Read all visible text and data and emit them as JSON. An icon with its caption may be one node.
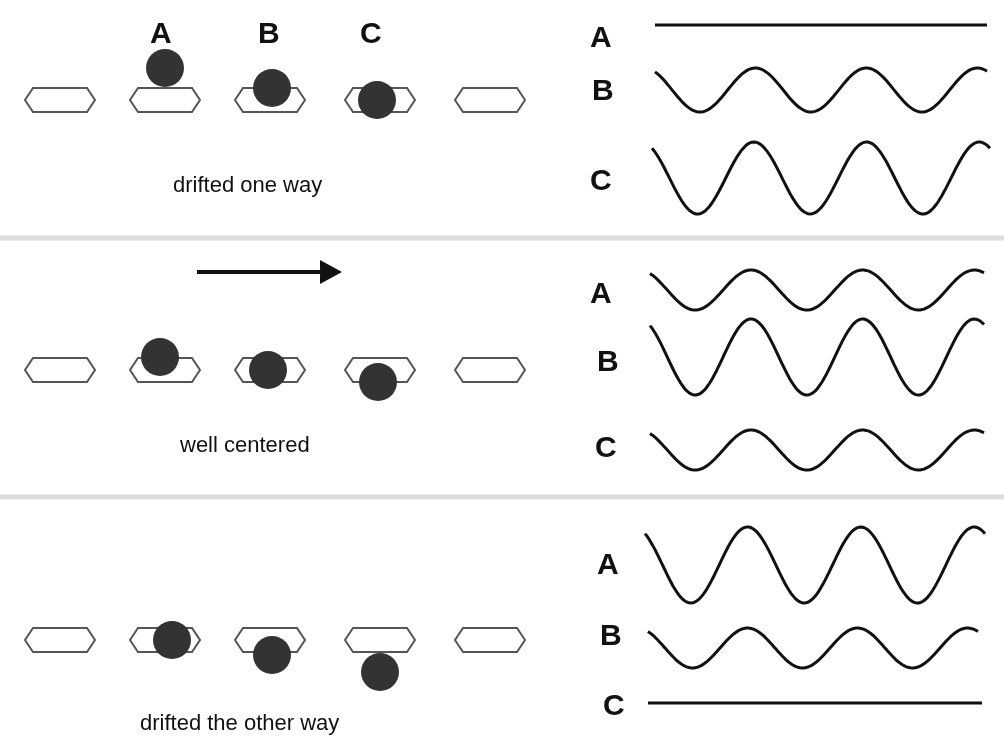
{
  "diagram": {
    "labels": [
      "A",
      "B",
      "C",
      "A",
      "B",
      "C",
      "drifted one way",
      "A",
      "B",
      "C",
      "well centered",
      "A",
      "B",
      "C",
      "drifted the other way"
    ]
  }
}
